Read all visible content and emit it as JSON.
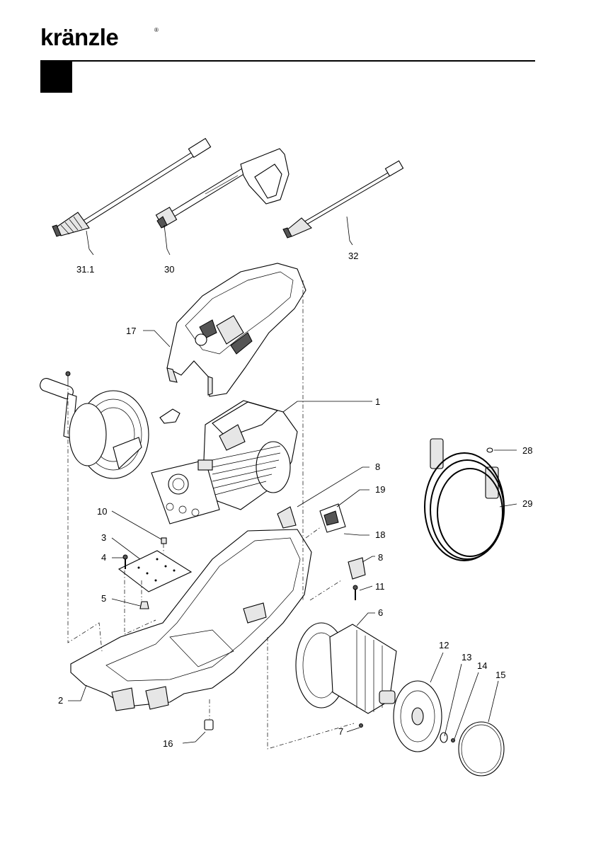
{
  "brand": {
    "logo_text": "kränzle",
    "registered_mark": "®"
  },
  "callouts": [
    {
      "id": "c-31-1",
      "label": "31.1"
    },
    {
      "id": "c-30",
      "label": "30"
    },
    {
      "id": "c-32",
      "label": "32"
    },
    {
      "id": "c-17",
      "label": "17"
    },
    {
      "id": "c-1",
      "label": "1"
    },
    {
      "id": "c-28",
      "label": "28"
    },
    {
      "id": "c-29",
      "label": "29"
    },
    {
      "id": "c-8a",
      "label": "8"
    },
    {
      "id": "c-19",
      "label": "19"
    },
    {
      "id": "c-10",
      "label": "10"
    },
    {
      "id": "c-3",
      "label": "3"
    },
    {
      "id": "c-4",
      "label": "4"
    },
    {
      "id": "c-18",
      "label": "18"
    },
    {
      "id": "c-8b",
      "label": "8"
    },
    {
      "id": "c-11",
      "label": "11"
    },
    {
      "id": "c-5",
      "label": "5"
    },
    {
      "id": "c-6",
      "label": "6"
    },
    {
      "id": "c-12",
      "label": "12"
    },
    {
      "id": "c-13",
      "label": "13"
    },
    {
      "id": "c-14",
      "label": "14"
    },
    {
      "id": "c-15",
      "label": "15"
    },
    {
      "id": "c-2",
      "label": "2"
    },
    {
      "id": "c-7",
      "label": "7"
    },
    {
      "id": "c-16",
      "label": "16"
    }
  ]
}
